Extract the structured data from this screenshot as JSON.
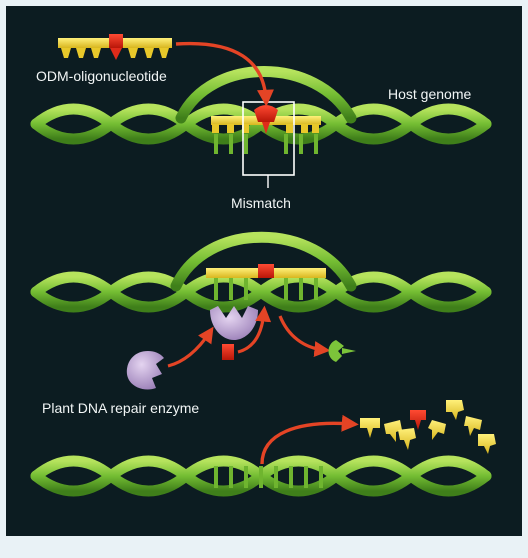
{
  "labels": {
    "odm": "ODM-oligonucleotide",
    "host_genome": "Host genome",
    "mismatch": "Mismatch",
    "enzyme": "Plant DNA repair enzyme"
  },
  "colors": {
    "background": "#0c1c21",
    "frame": "#e9f2f6",
    "dna_strand": "#7cc43a",
    "oligo": "#f0dc3c",
    "mismatch_base": "#e02b1a",
    "arrow": "#e44425",
    "enzyme": "#c3a9d8",
    "text": "#f2f6f6"
  },
  "icons": [
    "dna-double-helix",
    "oligonucleotide-strand",
    "repair-enzyme",
    "curved-arrow",
    "base-fragment"
  ]
}
